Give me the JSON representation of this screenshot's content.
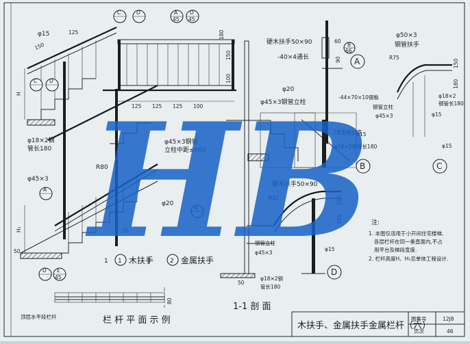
{
  "watermark": "HB",
  "title_block": {
    "title": "木扶手、金属扶手金属栏杆（六）",
    "atlas_label": "图集号",
    "atlas_no": "12J8",
    "page_label": "页次",
    "page_no": "46"
  },
  "plan_caption": "栏 杆 平 面 示 例",
  "section_caption": "1-1 剖 面",
  "plan_note": "顶层水平段栏杆",
  "variants": [
    {
      "num": "1",
      "label": "木扶手"
    },
    {
      "num": "2",
      "label": "金属扶手"
    }
  ],
  "detail_refs": [
    "A",
    "B",
    "C",
    "D"
  ],
  "index_marks": {
    "c_over_d": [
      "C",
      "D"
    ],
    "a_45": [
      "A",
      "45"
    ],
    "d_45": [
      "D",
      "45"
    ],
    "b_66": [
      "B",
      "66"
    ],
    "e_45": [
      "E",
      "45"
    ]
  },
  "callouts": {
    "wood_rail_top": "硬木扶手50×90",
    "flat_steel": "-40×4通长",
    "rail_phi20": "φ20",
    "steel_post": "φ45×3钢管立柱",
    "steel_plate": "-44×70×10钢板",
    "plate_seal": "2厚钢板封底",
    "steel_pipe_180": "φ18×2钢管长180",
    "steel_rail_c": "φ50×3",
    "steel_rail_c2": "钢管扶手",
    "r75": "R75",
    "phi18_c": "φ18×2",
    "len180_c": "钢管长180",
    "phi15": "φ15",
    "steel_column": "钢管立柱",
    "phi45": "φ45×3",
    "wood_rail_d": "硬木扶手50×90",
    "r20": "R20",
    "stair_phi15": "φ15",
    "stair_phi18": "φ18×2钢",
    "stair_len180": "管长180",
    "stair_r80": "R80",
    "stair_phi45": "φ45×3",
    "post_spacing_1": "φ45×3钢管",
    "post_spacing_2": "立柱中距≤600",
    "stair_phi20": "φ20",
    "phi15_b": "φ15"
  },
  "dims": {
    "d125": "125",
    "d100": "100",
    "d150": "150",
    "d180": "180",
    "d90": "90",
    "d60": "60",
    "d50": "50",
    "d25": "25"
  },
  "notes": {
    "heading": "注:",
    "items": [
      "1. 本图仅适用于小开间住宅楼梯,",
      "各层栏杆在同一垂直面内,不占",
      "用平台及梯段宽度.",
      "2. 栏杆高度H、H₁见单体工程设计."
    ]
  }
}
